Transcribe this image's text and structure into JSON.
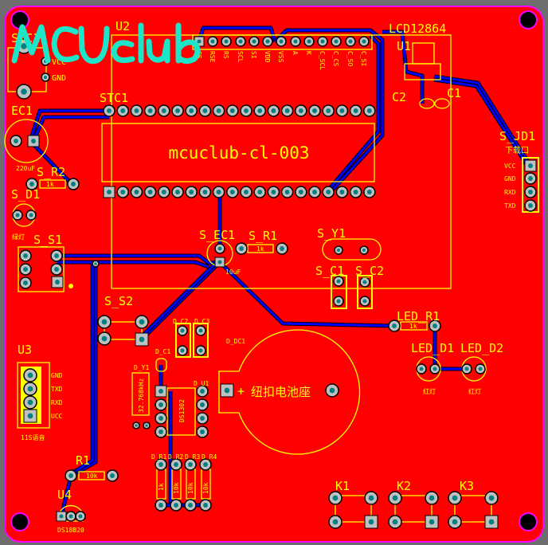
{
  "logo": "MCUclub",
  "colors": {
    "board": "#ff0000",
    "silk": "#ffff00",
    "track": "#0000ff",
    "logo": "#1de5c8",
    "outline": "#ff00ff"
  },
  "chip_text": "mcuclub-cl-003",
  "labels": {
    "stc1_top": "STC1",
    "vcc": "VCC",
    "gnd": "GND",
    "u2": "U2",
    "stc1": "STC1",
    "ec1": "EC1",
    "ec1_val": "220uF",
    "s_r2": "S_R2",
    "s_r2_val": "1k",
    "s_d1": "S_D1",
    "s_d1_val": "绿灯",
    "s_s1": "S_S1",
    "s_ec1": "S_EC1",
    "s_ec1_val": "10uF",
    "s_r1": "S_R1",
    "s_r1_val": "1k",
    "s_y1": "S_Y1",
    "s_c1": "S_C1",
    "s_c2": "S_C2",
    "s_s2": "S_S2",
    "lcd": "LCD12864",
    "u1": "U1",
    "c1": "C1",
    "c2": "C2",
    "s_jd1": "S_JD1",
    "s_jd1_val": "下载口",
    "d_c2": "D_C2",
    "d_c3": "D_C3",
    "d_c1": "D_C1",
    "d_y1": "D_Y1",
    "d_y1_val": "32.768kHz",
    "d_u1": "D_U1",
    "d_u1_val": "DS1302",
    "d_dc1": "D_DC1",
    "battery": "纽扣电池座",
    "d_r1": "D_R1",
    "d_r2": "D_R2",
    "d_r3": "D_R3",
    "d_r4": "D_R4",
    "led_r1": "LED_R1",
    "led_r1_val": "1k",
    "led_d1": "LED_D1",
    "led_d2": "LED_D2",
    "led_val": "红灯",
    "k1": "K1",
    "k2": "K2",
    "k3": "K3",
    "u3": "U3",
    "u3_val": "11S语音",
    "r1": "R1",
    "r1_val": "10k",
    "u4": "U4",
    "u4_val": "DS18B20"
  },
  "lcd_pins": [
    "CS",
    "RSE",
    "RS",
    "SCL",
    "SI",
    "VDD",
    "VSS",
    "A",
    "K",
    "C_SCL",
    "C_CS",
    "C_SO",
    "C_SI"
  ],
  "jd1_pins": [
    "VCC",
    "GND",
    "RXD",
    "TXD"
  ],
  "u3_pins": [
    "GND",
    "TXD",
    "RXD",
    "UCC"
  ],
  "d_r_values": [
    "1k",
    "10k",
    "10k",
    "10k"
  ]
}
